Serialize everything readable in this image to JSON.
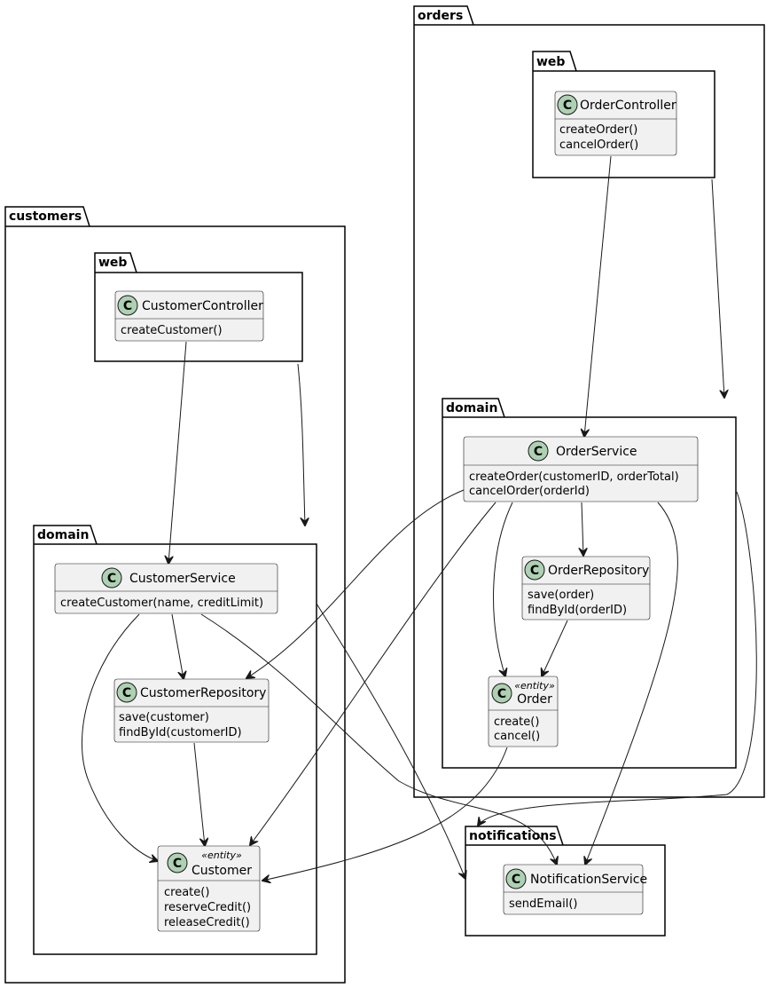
{
  "packages": {
    "orders": "orders",
    "orders_web": "web",
    "orders_domain": "domain",
    "customers": "customers",
    "customers_web": "web",
    "customers_domain": "domain",
    "notifications": "notifications"
  },
  "class_badge_letter": "C",
  "classes": {
    "order_controller": {
      "name": "OrderController",
      "methods": [
        "createOrder()",
        "cancelOrder()"
      ]
    },
    "order_service": {
      "name": "OrderService",
      "methods": [
        "createOrder(customerID, orderTotal)",
        "cancelOrder(orderId)"
      ]
    },
    "order_repository": {
      "name": "OrderRepository",
      "methods": [
        "save(order)",
        "findById(orderID)"
      ]
    },
    "order": {
      "name": "Order",
      "stereotype": "«entity»",
      "methods": [
        "create()",
        "cancel()"
      ]
    },
    "customer_controller": {
      "name": "CustomerController",
      "methods": [
        "createCustomer()"
      ]
    },
    "customer_service": {
      "name": "CustomerService",
      "methods": [
        "createCustomer(name, creditLimit)"
      ]
    },
    "customer_repository": {
      "name": "CustomerRepository",
      "methods": [
        "save(customer)",
        "findById(customerID)"
      ]
    },
    "customer": {
      "name": "Customer",
      "stereotype": "«entity»",
      "methods": [
        "create()",
        "reserveCredit()",
        "releaseCredit()"
      ]
    },
    "notification_service": {
      "name": "NotificationService",
      "methods": [
        "sendEmail()"
      ]
    }
  },
  "colors": {
    "class_fill": "#f1f1f1",
    "badge_fill": "#add1b2",
    "line": "#181818"
  }
}
